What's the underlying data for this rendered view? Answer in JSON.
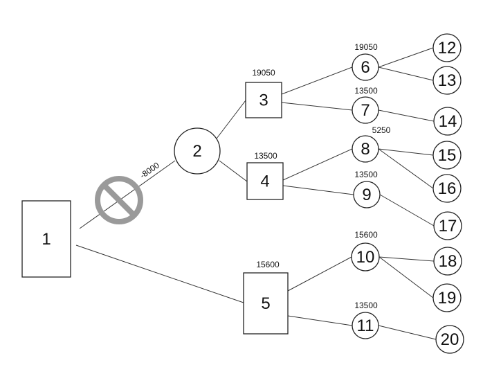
{
  "nodes": [
    {
      "id": "1",
      "label": "1",
      "shape": "square",
      "value": ""
    },
    {
      "id": "2",
      "label": "2",
      "shape": "circle",
      "value": ""
    },
    {
      "id": "3",
      "label": "3",
      "shape": "square",
      "value": "19050"
    },
    {
      "id": "4",
      "label": "4",
      "shape": "square",
      "value": "13500"
    },
    {
      "id": "5",
      "label": "5",
      "shape": "square",
      "value": "15600"
    },
    {
      "id": "6",
      "label": "6",
      "shape": "circle",
      "value": "19050"
    },
    {
      "id": "7",
      "label": "7",
      "shape": "circle",
      "value": "13500"
    },
    {
      "id": "8",
      "label": "8",
      "shape": "circle",
      "value": "5250"
    },
    {
      "id": "9",
      "label": "9",
      "shape": "circle",
      "value": "13500"
    },
    {
      "id": "10",
      "label": "10",
      "shape": "circle",
      "value": "15600"
    },
    {
      "id": "11",
      "label": "11",
      "shape": "circle",
      "value": "13500"
    },
    {
      "id": "12",
      "label": "12",
      "shape": "circle",
      "value": ""
    },
    {
      "id": "13",
      "label": "13",
      "shape": "circle",
      "value": ""
    },
    {
      "id": "14",
      "label": "14",
      "shape": "circle",
      "value": ""
    },
    {
      "id": "15",
      "label": "15",
      "shape": "circle",
      "value": ""
    },
    {
      "id": "16",
      "label": "16",
      "shape": "circle",
      "value": ""
    },
    {
      "id": "17",
      "label": "17",
      "shape": "circle",
      "value": ""
    },
    {
      "id": "18",
      "label": "18",
      "shape": "circle",
      "value": ""
    },
    {
      "id": "19",
      "label": "19",
      "shape": "circle",
      "value": ""
    },
    {
      "id": "20",
      "label": "20",
      "shape": "circle",
      "value": ""
    }
  ],
  "edges": [
    {
      "from": "1",
      "to": "2",
      "label": "-8000",
      "blocked": true
    },
    {
      "from": "1",
      "to": "5",
      "label": "",
      "blocked": false
    },
    {
      "from": "2",
      "to": "3",
      "label": "",
      "blocked": false
    },
    {
      "from": "2",
      "to": "4",
      "label": "",
      "blocked": false
    },
    {
      "from": "3",
      "to": "6",
      "label": "",
      "blocked": false
    },
    {
      "from": "3",
      "to": "7",
      "label": "",
      "blocked": false
    },
    {
      "from": "4",
      "to": "8",
      "label": "",
      "blocked": false
    },
    {
      "from": "4",
      "to": "9",
      "label": "",
      "blocked": false
    },
    {
      "from": "5",
      "to": "10",
      "label": "",
      "blocked": false
    },
    {
      "from": "5",
      "to": "11",
      "label": "",
      "blocked": false
    },
    {
      "from": "6",
      "to": "12",
      "label": "",
      "blocked": false
    },
    {
      "from": "6",
      "to": "13",
      "label": "",
      "blocked": false
    },
    {
      "from": "7",
      "to": "14",
      "label": "",
      "blocked": false
    },
    {
      "from": "8",
      "to": "15",
      "label": "",
      "blocked": false
    },
    {
      "from": "8",
      "to": "16",
      "label": "",
      "blocked": false
    },
    {
      "from": "9",
      "to": "17",
      "label": "",
      "blocked": false
    },
    {
      "from": "10",
      "to": "18",
      "label": "",
      "blocked": false
    },
    {
      "from": "10",
      "to": "19",
      "label": "",
      "blocked": false
    },
    {
      "from": "11",
      "to": "20",
      "label": "",
      "blocked": false
    }
  ],
  "colors": {
    "line": "#333333",
    "blocked_symbol": "#9a9a9a"
  },
  "icons": {
    "blocked_edge": "no-entry-icon"
  }
}
